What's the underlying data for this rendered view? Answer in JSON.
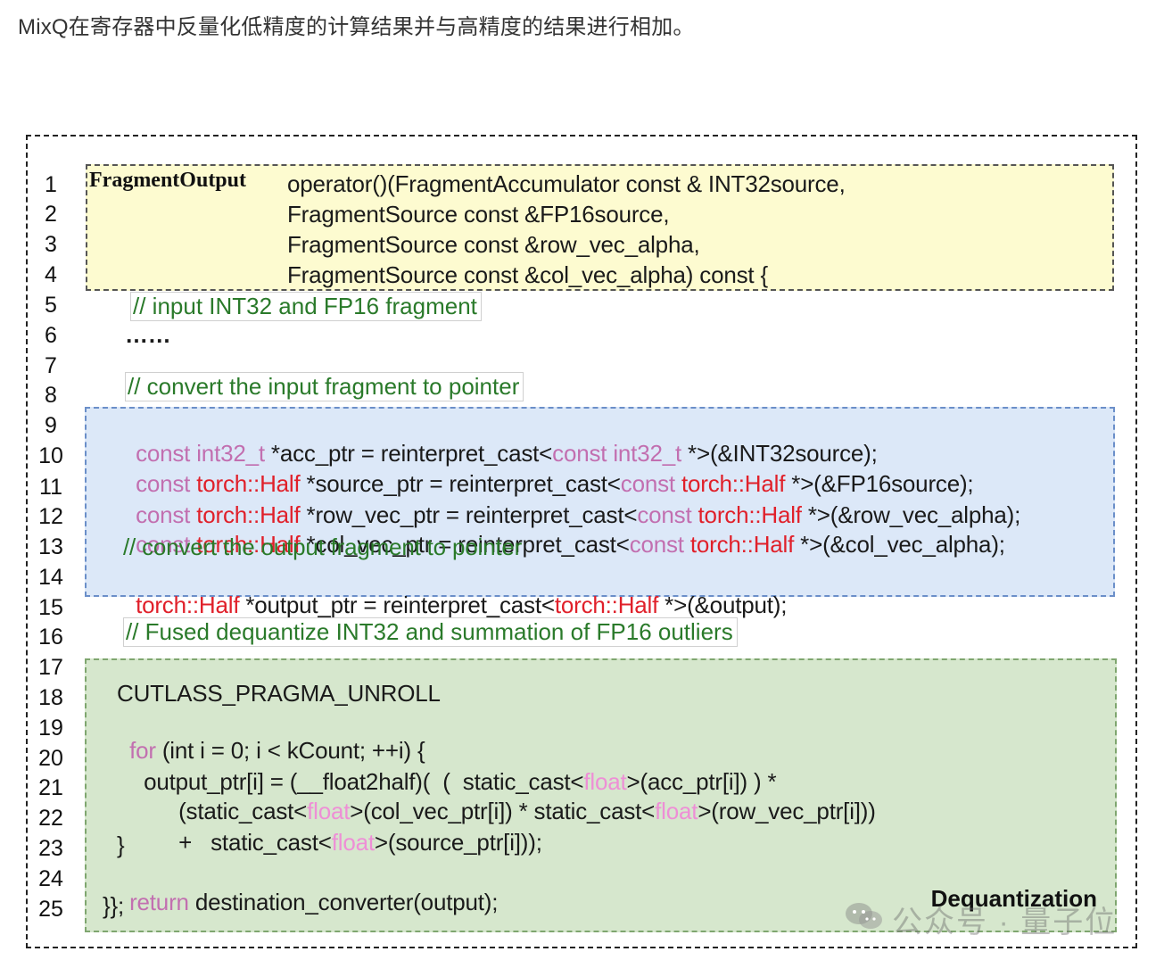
{
  "caption": "MixQ在寄存器中反量化低精度的计算结果并与高精度的结果进行相加。",
  "fragment_label": "FragmentOutput",
  "region_label": "Dequantization",
  "watermark": "公众号 · 量子位",
  "line_numbers": [
    "1",
    "2",
    "3",
    "4",
    "5",
    "6",
    "7",
    "8",
    "9",
    "10",
    "11",
    "12",
    "13",
    "14",
    "15",
    "16",
    "17",
    "18",
    "19",
    "20",
    "21",
    "22",
    "23",
    "24",
    "25"
  ],
  "code": {
    "l1": "operator()(FragmentAccumulator const & INT32source,",
    "l2": "FragmentSource const &FP16source,",
    "l3": "FragmentSource const &row_vec_alpha,",
    "l4": "FragmentSource const &col_vec_alpha) const {",
    "l5": "// input INT32 and FP16 fragment",
    "l6": "……",
    "l8": "// convert the input fragment to pointer",
    "l9": {
      "a": "const int32_t",
      "b": " *acc_ptr = reinterpret_cast<",
      "c": "const int32_t",
      "d": " *>(&INT32source);"
    },
    "l10": {
      "a": "const ",
      "b": "torch::Half",
      "c": " *source_ptr = reinterpret_cast<",
      "d": "const ",
      "e": "torch::Half",
      "f": " *>(&FP16source);"
    },
    "l11": {
      "a": "const ",
      "b": "torch::Half",
      "c": " *row_vec_ptr = reinterpret_cast<",
      "d": "const ",
      "e": "torch::Half",
      "f": " *>(&row_vec_alpha);"
    },
    "l12": {
      "a": "const ",
      "b": "torch::Half",
      "c": " *col_vec_ptr = reinterpret_cast<",
      "d": "const ",
      "e": "torch::Half",
      "f": " *>(&col_vec_alpha);"
    },
    "l13": "// convert the output fragment to pointer",
    "l14": {
      "a": "torch::Half",
      "b": " *output_ptr = reinterpret_cast<",
      "c": "torch::Half",
      "d": " *>(&output);"
    },
    "l16": "// Fused dequantize INT32 and summation of FP16 outliers",
    "l18": "CUTLASS_PRAGMA_UNROLL",
    "l19": {
      "a": "for",
      "b": " (int i = 0; i < kCount; ++i) {"
    },
    "l20": {
      "a": "output_ptr[i] = (__float2half)(  (  static_cast<",
      "b": "float",
      "c": ">(acc_ptr[i]) ) *"
    },
    "l21": {
      "a": "(static_cast<",
      "b": "float",
      "c": ">(col_vec_ptr[i]) * static_cast<",
      "d": "float",
      "e": ">(row_vec_ptr[i]))"
    },
    "l22": {
      "a": "+   static_cast<",
      "b": "float",
      "c": ">(source_ptr[i]));"
    },
    "l23": "}",
    "l24": {
      "a": "return",
      "b": " destination_converter(output);"
    },
    "l25": "}};"
  }
}
